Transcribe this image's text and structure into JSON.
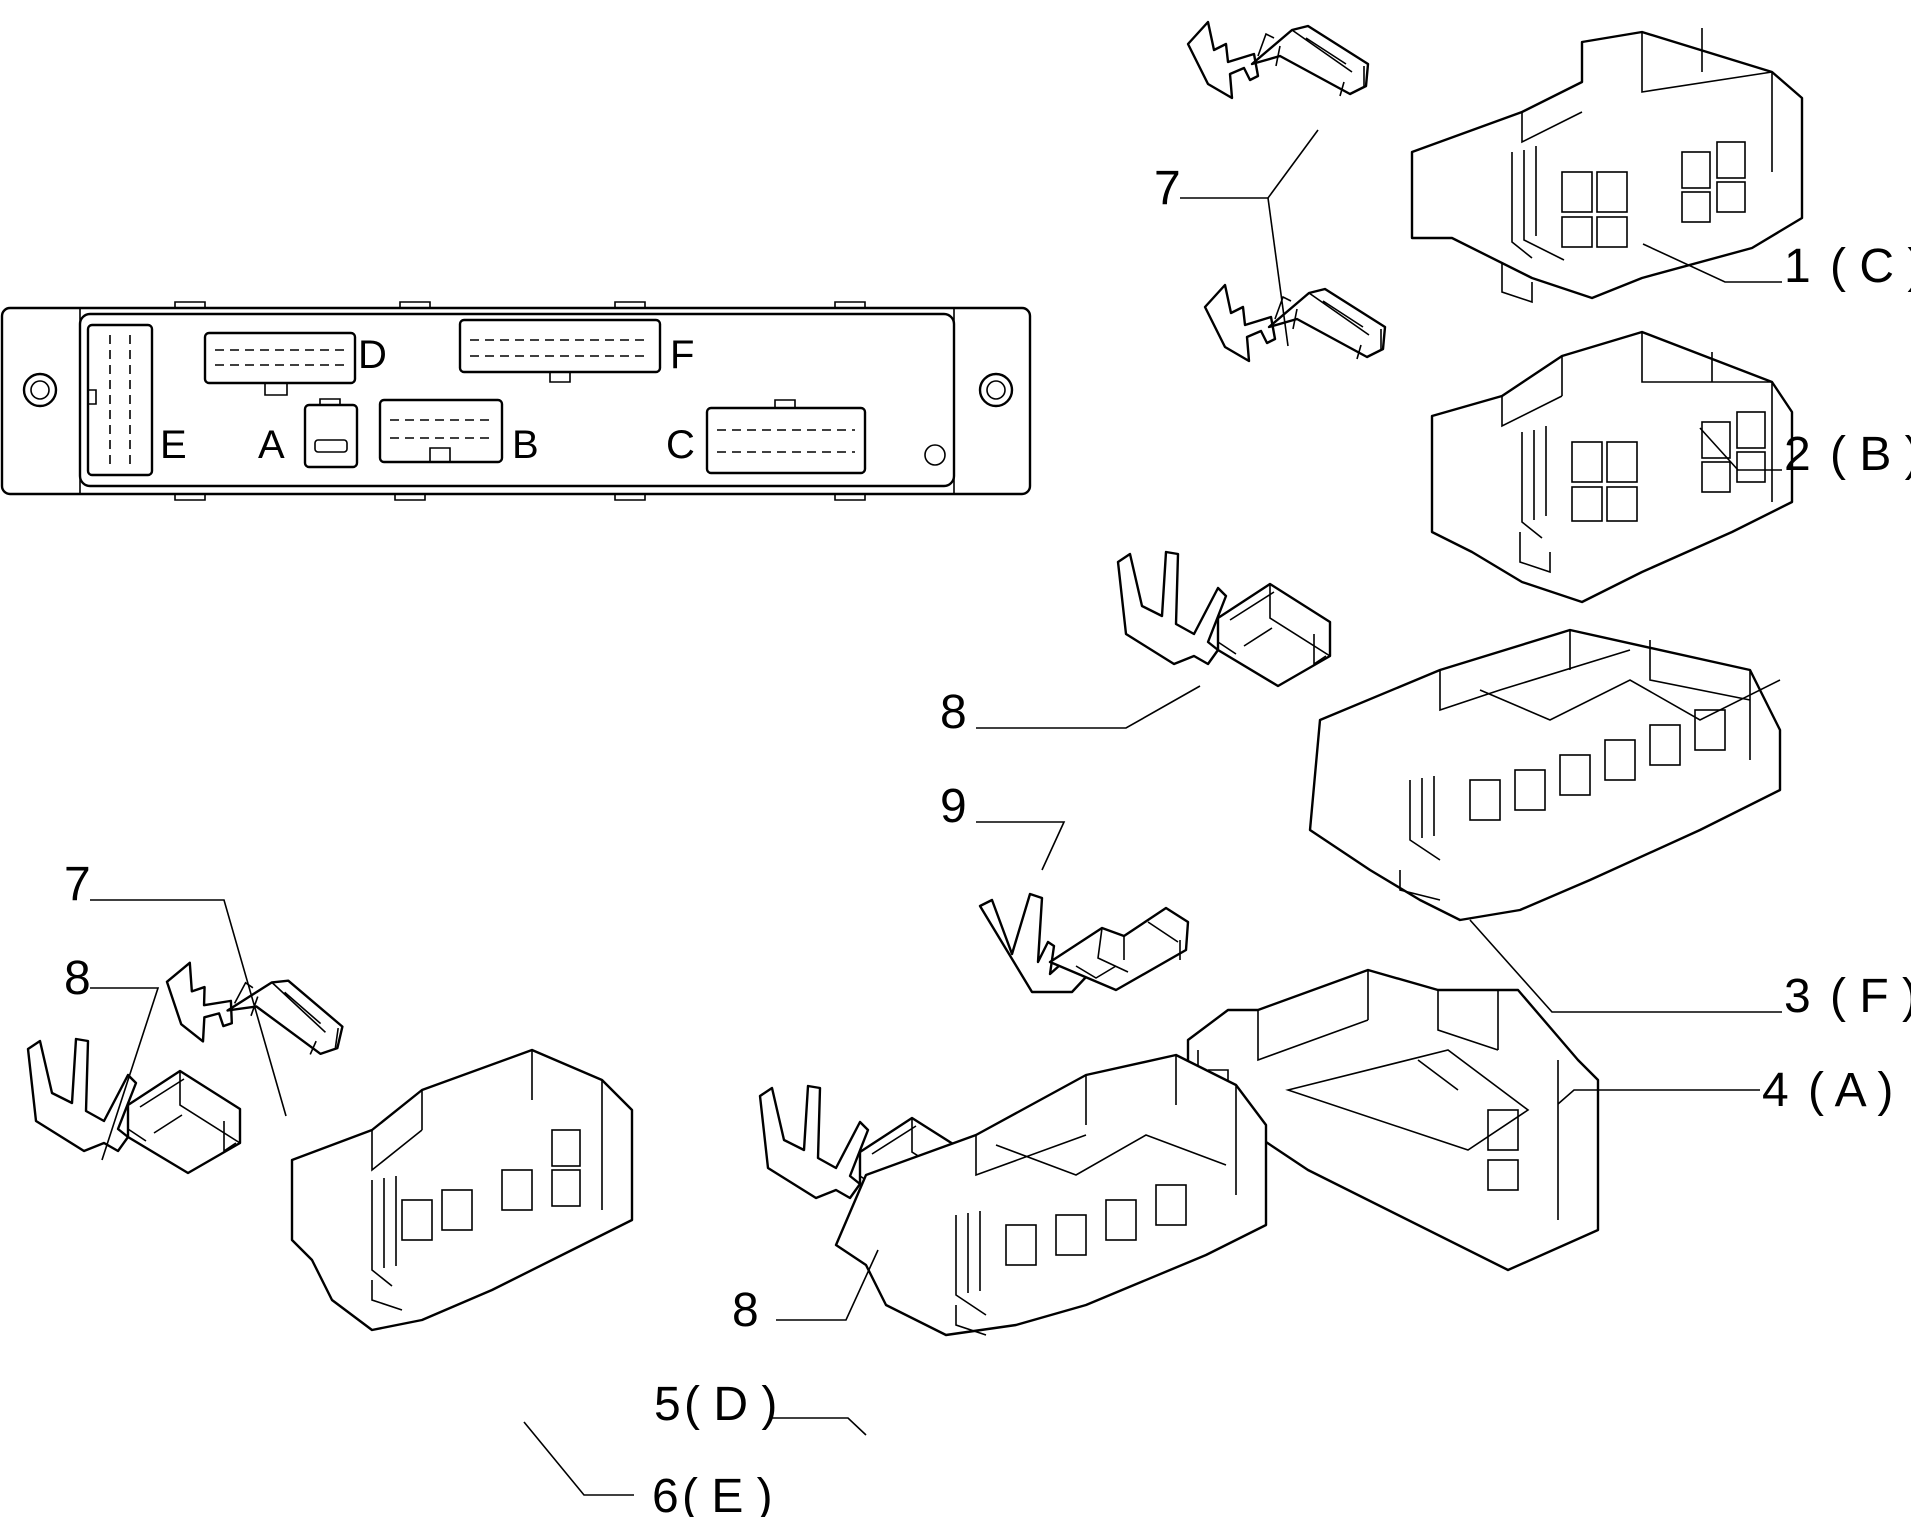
{
  "panel": {
    "connector_labels": {
      "d": "D",
      "f": "F",
      "e": "E",
      "a": "A",
      "b": "B",
      "c": "C"
    }
  },
  "callouts": {
    "c1": "1",
    "c1_code": "( C )",
    "c2": "2",
    "c2_code": "( B )",
    "c3": "3",
    "c3_code": "( F )",
    "c4": "4",
    "c4_code": "( A )",
    "c5": "5",
    "c5_code": "( D )",
    "c6": "6",
    "c6_code": "( E )",
    "c7_top": "7",
    "c7_left": "7",
    "c8_mid": "8",
    "c8_left": "8",
    "c8_bottom": "8",
    "c9": "9"
  }
}
